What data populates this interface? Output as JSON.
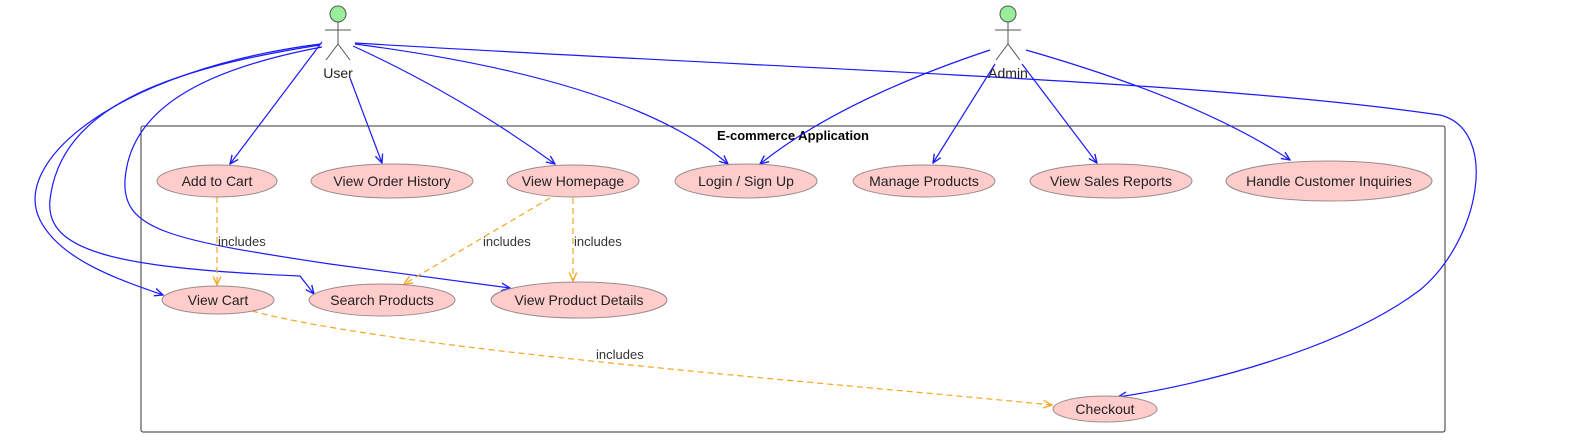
{
  "system": {
    "title": "E-commerce Application"
  },
  "colors": {
    "association": "#1a1aff",
    "include": "#f5a623",
    "usecase_fill": "#ffcccc",
    "usecase_stroke": "#9a8a8a",
    "actor_head": "#99ee99"
  },
  "actors": [
    {
      "id": "user",
      "label": "User"
    },
    {
      "id": "admin",
      "label": "Admin"
    }
  ],
  "use_cases": [
    {
      "id": "add_to_cart",
      "label": "Add to Cart"
    },
    {
      "id": "view_order_history",
      "label": "View Order History"
    },
    {
      "id": "view_homepage",
      "label": "View Homepage"
    },
    {
      "id": "login_signup",
      "label": "Login / Sign Up"
    },
    {
      "id": "manage_products",
      "label": "Manage Products"
    },
    {
      "id": "view_sales_reports",
      "label": "View Sales Reports"
    },
    {
      "id": "handle_inquiries",
      "label": "Handle Customer Inquiries"
    },
    {
      "id": "view_cart",
      "label": "View Cart"
    },
    {
      "id": "search_products",
      "label": "Search Products"
    },
    {
      "id": "view_product_details",
      "label": "View Product Details"
    },
    {
      "id": "checkout",
      "label": "Checkout"
    }
  ],
  "associations": [
    {
      "from": "user",
      "to": "add_to_cart"
    },
    {
      "from": "user",
      "to": "view_order_history"
    },
    {
      "from": "user",
      "to": "view_homepage"
    },
    {
      "from": "user",
      "to": "login_signup"
    },
    {
      "from": "user",
      "to": "view_cart"
    },
    {
      "from": "user",
      "to": "search_products"
    },
    {
      "from": "user",
      "to": "view_product_details"
    },
    {
      "from": "user",
      "to": "checkout"
    },
    {
      "from": "admin",
      "to": "login_signup"
    },
    {
      "from": "admin",
      "to": "manage_products"
    },
    {
      "from": "admin",
      "to": "view_sales_reports"
    },
    {
      "from": "admin",
      "to": "handle_inquiries"
    }
  ],
  "includes": [
    {
      "from": "add_to_cart",
      "to": "view_cart",
      "label": "includes"
    },
    {
      "from": "view_homepage",
      "to": "search_products",
      "label": "includes"
    },
    {
      "from": "view_homepage",
      "to": "view_product_details",
      "label": "includes"
    },
    {
      "from": "view_cart",
      "to": "checkout",
      "label": "includes"
    }
  ]
}
